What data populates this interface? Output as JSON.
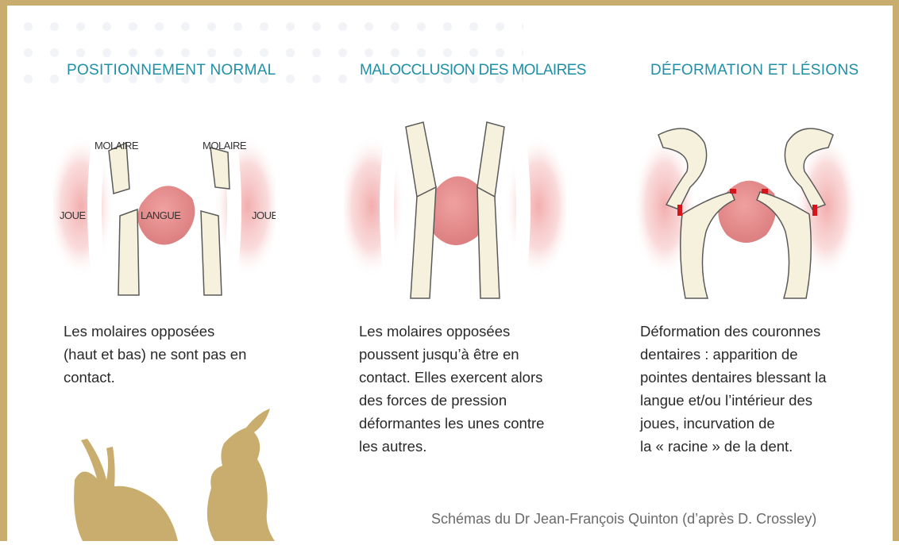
{
  "columns": [
    {
      "title": "POSITIONNEMENT NORMAL",
      "labels": {
        "molar_left": "MOLAIRE",
        "molar_right": "MOLAIRE",
        "cheek_left": "JOUE",
        "tongue": "LANGUE",
        "cheek_right": "JOUE"
      },
      "description": [
        "Les molaires opposées",
        "(haut et bas) ne sont pas en",
        "contact."
      ]
    },
    {
      "title": "MALOCCLUSION DES MOLAIRES",
      "description": [
        "Les molaires opposées",
        "poussent jusqu’à être en",
        "contact. Elles exercent alors",
        "des forces de pression",
        "déformantes les unes contre",
        "les autres."
      ]
    },
    {
      "title": "DÉFORMATION ET LÉSIONS",
      "description": [
        "Déformation des couronnes",
        "dentaires : apparition de",
        "pointes dentaires blessant la",
        "langue et/ou l’intérieur des",
        "joues, incurvation de",
        "la « racine » de la dent."
      ]
    }
  ],
  "credit": "Schémas du Dr Jean-François Quinton (d’après D. Crossley)",
  "colors": {
    "frame": "#c8ad6e",
    "title": "#1f8fa6",
    "tongue": "#e48c8c",
    "cheek": "#f2b6b6",
    "tooth": "#f6f1dc",
    "lesion": "#d4151c"
  },
  "decor": {
    "rabbits": "rabbit-silhouettes"
  }
}
